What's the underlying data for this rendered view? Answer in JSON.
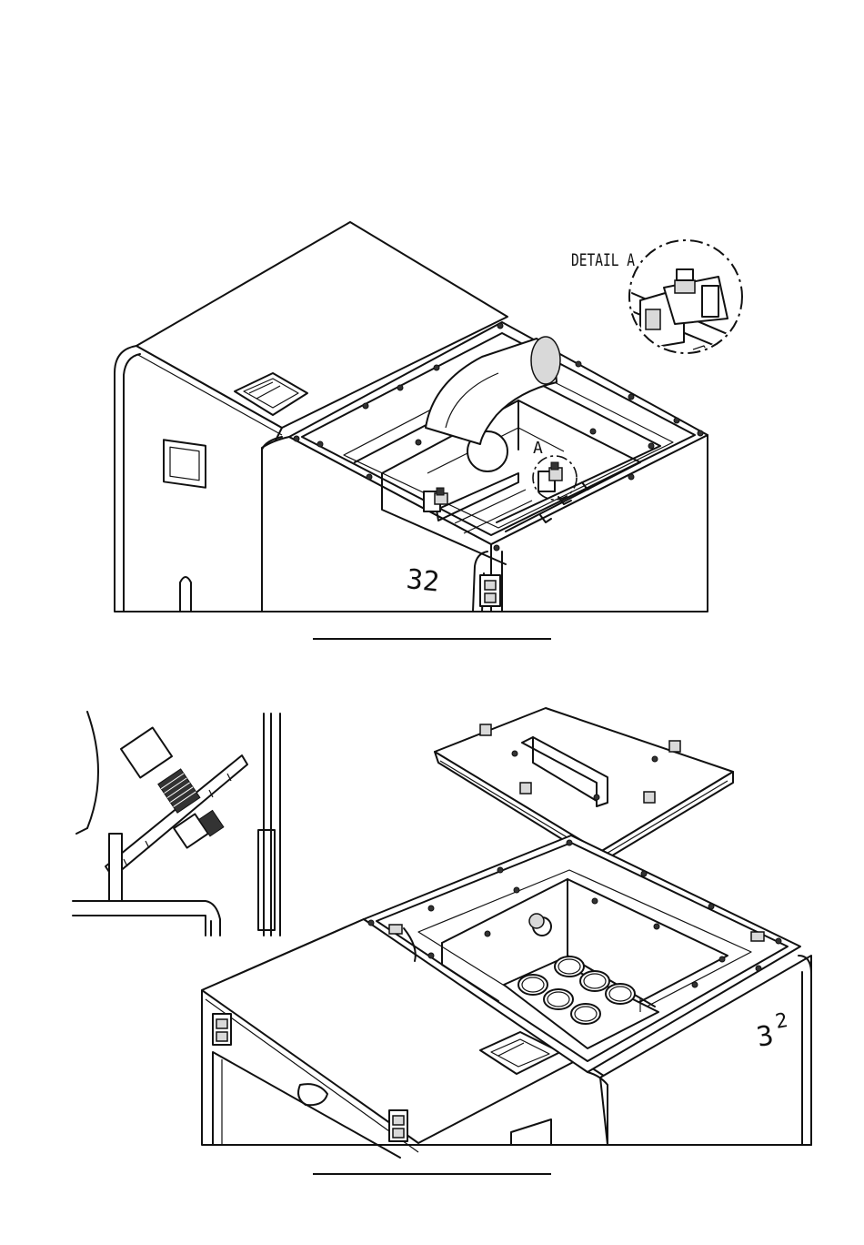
{
  "figure_top": {
    "detail_label": "DETAIL A",
    "callout_label": "A",
    "model_number": "32"
  },
  "figure_bottom": {
    "model_number_base": "3",
    "model_number_sup": "2"
  }
}
